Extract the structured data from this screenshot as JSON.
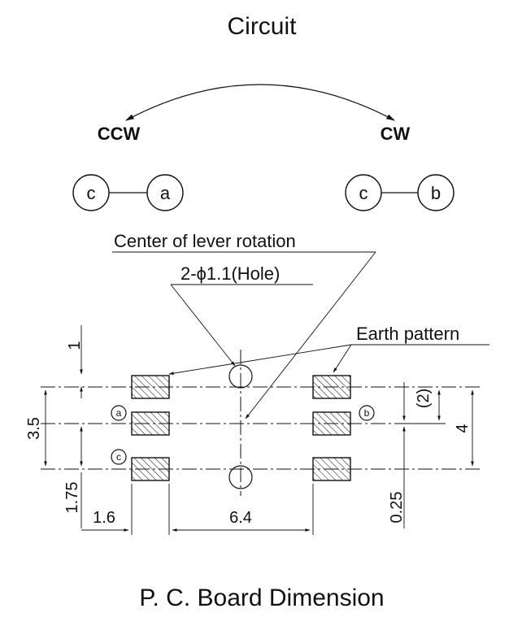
{
  "title": "Circuit",
  "rotation": {
    "ccw": "CCW",
    "cw": "CW"
  },
  "circuit": {
    "left": {
      "from": "c",
      "to": "a"
    },
    "right": {
      "from": "c",
      "to": "b"
    }
  },
  "callouts": {
    "center": "Center of lever rotation",
    "hole": "2-ϕ1.1(Hole)",
    "earth": "Earth pattern"
  },
  "pad_labels": {
    "a": "a",
    "b": "b",
    "c": "c"
  },
  "dimensions": {
    "d1": "1",
    "d3_5": "3.5",
    "d1_75": "1.75",
    "d1_6": "1.6",
    "d6_4": "6.4",
    "d0_25": "0.25",
    "d2": "(2)",
    "d4": "4"
  },
  "footer": "P. C. Board Dimension"
}
